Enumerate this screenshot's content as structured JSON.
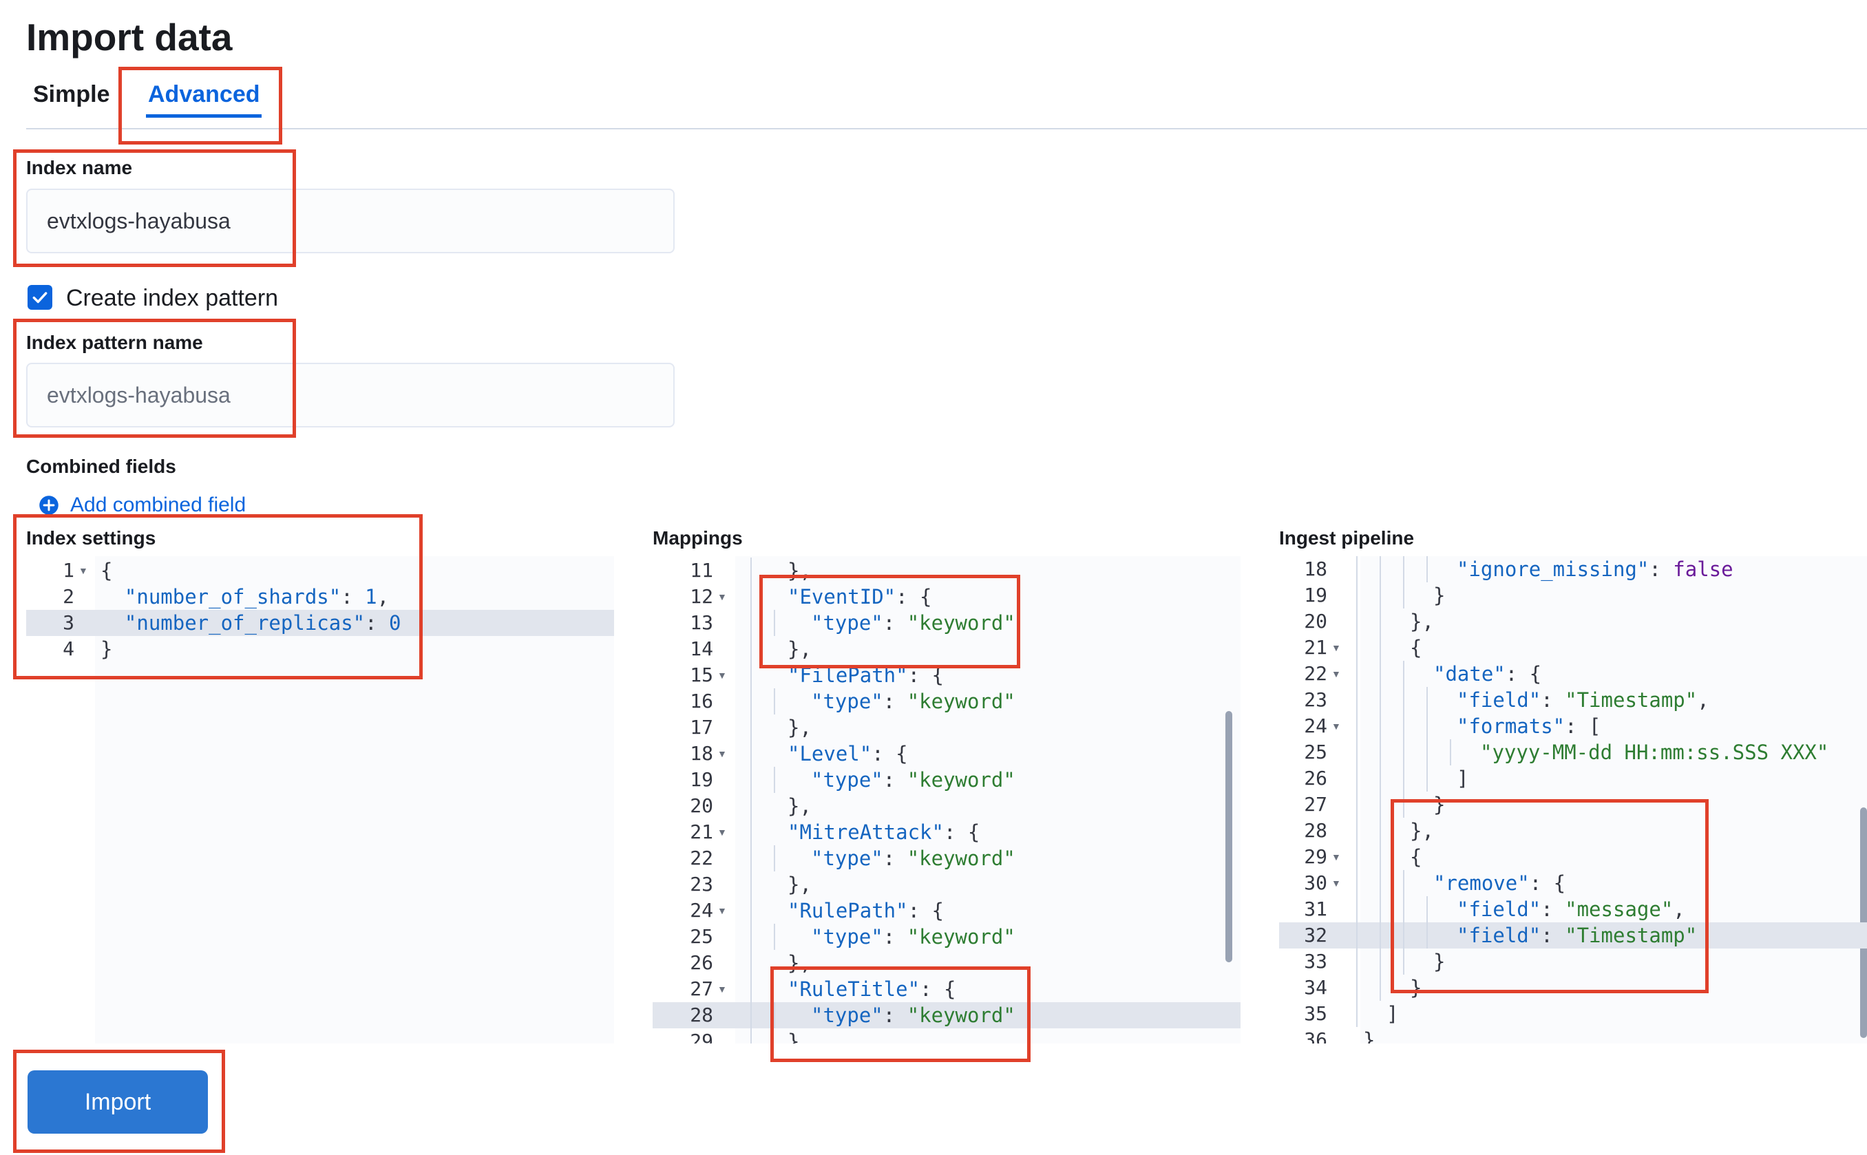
{
  "page": {
    "title": "Import data"
  },
  "tabs": [
    {
      "label": "Simple",
      "selected": false
    },
    {
      "label": "Advanced",
      "selected": true
    }
  ],
  "form": {
    "index_name_label": "Index name",
    "index_name_value": "evtxlogs-hayabusa",
    "create_index_pattern_label": "Create index pattern",
    "create_index_pattern_checked": true,
    "index_pattern_name_label": "Index pattern name",
    "index_pattern_name_value": "evtxlogs-hayabusa",
    "combined_fields_label": "Combined fields",
    "add_combined_field_label": "Add combined field",
    "index_settings_label": "Index settings",
    "mappings_label": "Mappings",
    "ingest_pipeline_label": "Ingest pipeline",
    "import_button_label": "Import"
  },
  "editors": {
    "index_settings": {
      "active_line": 3,
      "lines": [
        {
          "n": "1",
          "fold": true,
          "depth": 0,
          "tokens": [
            [
              "p",
              "{"
            ]
          ]
        },
        {
          "n": "2",
          "fold": false,
          "depth": 0,
          "tokens": [
            [
              "p",
              "  "
            ],
            [
              "k",
              "\"number_of_shards\""
            ],
            [
              "p",
              ": "
            ],
            [
              "n",
              "1"
            ],
            [
              "p",
              ","
            ]
          ]
        },
        {
          "n": "3",
          "fold": false,
          "depth": 0,
          "tokens": [
            [
              "p",
              "  "
            ],
            [
              "k",
              "\"number_of_replicas\""
            ],
            [
              "p",
              ": "
            ],
            [
              "n",
              "0"
            ]
          ]
        },
        {
          "n": "4",
          "fold": false,
          "depth": 0,
          "tokens": [
            [
              "p",
              "}"
            ]
          ]
        }
      ]
    },
    "mappings": {
      "active_line": 28,
      "lines": [
        {
          "n": "11",
          "fold": false,
          "depth": 1,
          "tokens": [
            [
              "p",
              "},"
            ]
          ]
        },
        {
          "n": "12",
          "fold": true,
          "depth": 1,
          "tokens": [
            [
              "k",
              "\"EventID\""
            ],
            [
              "p",
              ": {"
            ]
          ]
        },
        {
          "n": "13",
          "fold": false,
          "depth": 2,
          "tokens": [
            [
              "k",
              "\"type\""
            ],
            [
              "p",
              ": "
            ],
            [
              "s",
              "\"keyword\""
            ]
          ]
        },
        {
          "n": "14",
          "fold": false,
          "depth": 1,
          "tokens": [
            [
              "p",
              "},"
            ]
          ]
        },
        {
          "n": "15",
          "fold": true,
          "depth": 1,
          "tokens": [
            [
              "k",
              "\"FilePath\""
            ],
            [
              "p",
              ": {"
            ]
          ]
        },
        {
          "n": "16",
          "fold": false,
          "depth": 2,
          "tokens": [
            [
              "k",
              "\"type\""
            ],
            [
              "p",
              ": "
            ],
            [
              "s",
              "\"keyword\""
            ]
          ]
        },
        {
          "n": "17",
          "fold": false,
          "depth": 1,
          "tokens": [
            [
              "p",
              "},"
            ]
          ]
        },
        {
          "n": "18",
          "fold": true,
          "depth": 1,
          "tokens": [
            [
              "k",
              "\"Level\""
            ],
            [
              "p",
              ": {"
            ]
          ]
        },
        {
          "n": "19",
          "fold": false,
          "depth": 2,
          "tokens": [
            [
              "k",
              "\"type\""
            ],
            [
              "p",
              ": "
            ],
            [
              "s",
              "\"keyword\""
            ]
          ]
        },
        {
          "n": "20",
          "fold": false,
          "depth": 1,
          "tokens": [
            [
              "p",
              "},"
            ]
          ]
        },
        {
          "n": "21",
          "fold": true,
          "depth": 1,
          "tokens": [
            [
              "k",
              "\"MitreAttack\""
            ],
            [
              "p",
              ": {"
            ]
          ]
        },
        {
          "n": "22",
          "fold": false,
          "depth": 2,
          "tokens": [
            [
              "k",
              "\"type\""
            ],
            [
              "p",
              ": "
            ],
            [
              "s",
              "\"keyword\""
            ]
          ]
        },
        {
          "n": "23",
          "fold": false,
          "depth": 1,
          "tokens": [
            [
              "p",
              "},"
            ]
          ]
        },
        {
          "n": "24",
          "fold": true,
          "depth": 1,
          "tokens": [
            [
              "k",
              "\"RulePath\""
            ],
            [
              "p",
              ": {"
            ]
          ]
        },
        {
          "n": "25",
          "fold": false,
          "depth": 2,
          "tokens": [
            [
              "k",
              "\"type\""
            ],
            [
              "p",
              ": "
            ],
            [
              "s",
              "\"keyword\""
            ]
          ]
        },
        {
          "n": "26",
          "fold": false,
          "depth": 1,
          "tokens": [
            [
              "p",
              "},"
            ]
          ]
        },
        {
          "n": "27",
          "fold": true,
          "depth": 1,
          "tokens": [
            [
              "k",
              "\"RuleTitle\""
            ],
            [
              "p",
              ": {"
            ]
          ]
        },
        {
          "n": "28",
          "fold": false,
          "depth": 2,
          "tokens": [
            [
              "k",
              "\"type\""
            ],
            [
              "p",
              ": "
            ],
            [
              "s",
              "\"keyword\""
            ]
          ]
        },
        {
          "n": "29",
          "fold": false,
          "depth": 1,
          "tokens": [
            [
              "p",
              "},"
            ]
          ]
        }
      ]
    },
    "ingest_pipeline": {
      "active_line": 32,
      "lines": [
        {
          "n": "18",
          "fold": false,
          "depth": 4,
          "tokens": [
            [
              "k",
              "\"ignore_missing\""
            ],
            [
              "p",
              ": "
            ],
            [
              "b",
              "false"
            ]
          ]
        },
        {
          "n": "19",
          "fold": false,
          "depth": 3,
          "tokens": [
            [
              "p",
              "}"
            ]
          ]
        },
        {
          "n": "20",
          "fold": false,
          "depth": 2,
          "tokens": [
            [
              "p",
              "},"
            ]
          ]
        },
        {
          "n": "21",
          "fold": true,
          "depth": 2,
          "tokens": [
            [
              "p",
              "{"
            ]
          ]
        },
        {
          "n": "22",
          "fold": true,
          "depth": 3,
          "tokens": [
            [
              "k",
              "\"date\""
            ],
            [
              "p",
              ": {"
            ]
          ]
        },
        {
          "n": "23",
          "fold": false,
          "depth": 4,
          "tokens": [
            [
              "k",
              "\"field\""
            ],
            [
              "p",
              ": "
            ],
            [
              "s",
              "\"Timestamp\""
            ],
            [
              "p",
              ","
            ]
          ]
        },
        {
          "n": "24",
          "fold": true,
          "depth": 4,
          "tokens": [
            [
              "k",
              "\"formats\""
            ],
            [
              "p",
              ": ["
            ]
          ]
        },
        {
          "n": "25",
          "fold": false,
          "depth": 5,
          "tokens": [
            [
              "s",
              "\"yyyy-MM-dd HH:mm:ss.SSS XXX\""
            ]
          ]
        },
        {
          "n": "26",
          "fold": false,
          "depth": 4,
          "tokens": [
            [
              "p",
              "]"
            ]
          ]
        },
        {
          "n": "27",
          "fold": false,
          "depth": 3,
          "tokens": [
            [
              "p",
              "}"
            ]
          ]
        },
        {
          "n": "28",
          "fold": false,
          "depth": 2,
          "tokens": [
            [
              "p",
              "},"
            ]
          ]
        },
        {
          "n": "29",
          "fold": true,
          "depth": 2,
          "tokens": [
            [
              "p",
              "{"
            ]
          ]
        },
        {
          "n": "30",
          "fold": true,
          "depth": 3,
          "tokens": [
            [
              "k",
              "\"remove\""
            ],
            [
              "p",
              ": {"
            ]
          ]
        },
        {
          "n": "31",
          "fold": false,
          "depth": 4,
          "tokens": [
            [
              "k",
              "\"field\""
            ],
            [
              "p",
              ": "
            ],
            [
              "s",
              "\"message\""
            ],
            [
              "p",
              ","
            ]
          ]
        },
        {
          "n": "32",
          "fold": false,
          "depth": 4,
          "tokens": [
            [
              "k",
              "\"field\""
            ],
            [
              "p",
              ": "
            ],
            [
              "s",
              "\"Timestamp\""
            ]
          ]
        },
        {
          "n": "33",
          "fold": false,
          "depth": 3,
          "tokens": [
            [
              "p",
              "}"
            ]
          ]
        },
        {
          "n": "34",
          "fold": false,
          "depth": 2,
          "tokens": [
            [
              "p",
              "}"
            ]
          ]
        },
        {
          "n": "35",
          "fold": false,
          "depth": 1,
          "tokens": [
            [
              "p",
              "]"
            ]
          ]
        },
        {
          "n": "36",
          "fold": false,
          "depth": 0,
          "tokens": [
            [
              "p",
              "}"
            ]
          ]
        }
      ]
    }
  },
  "colors": {
    "accent": "#0b64dd",
    "import_button": "#2b77d2",
    "annotation_box": "#e0402a",
    "json_key": "#1565c0",
    "json_string": "#2e7d32",
    "active_line": "#e1e5ed"
  },
  "icons": {
    "checkbox": "check-icon",
    "add_combined_field": "plus-circle-icon",
    "fold": "chevron-down-icon"
  }
}
